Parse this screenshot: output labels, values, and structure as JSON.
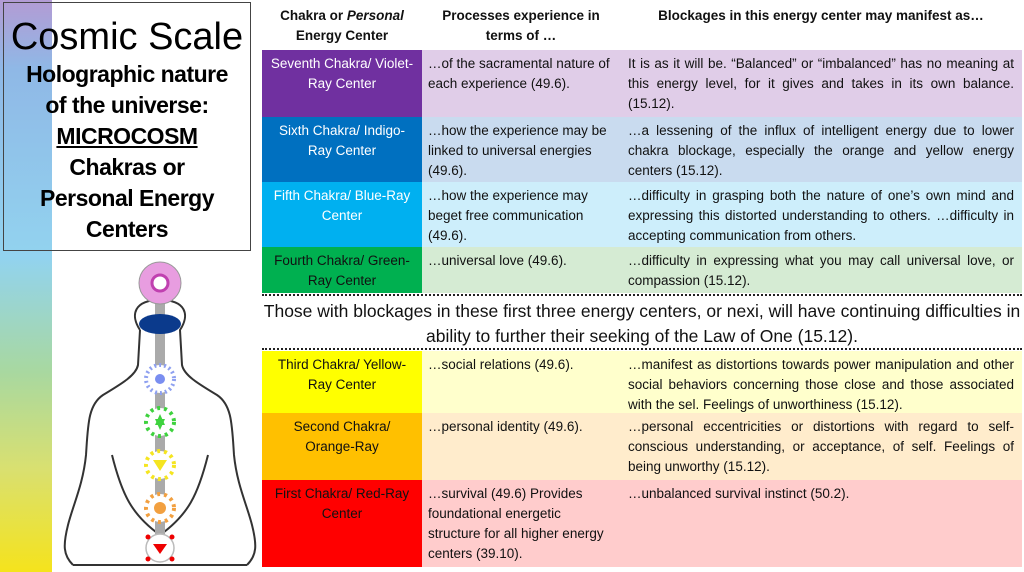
{
  "title": {
    "main": "Cosmic Scale",
    "line1": "Holographic nature",
    "line2": "of the universe:",
    "line3": "MICROCOSM",
    "line4": "Chakras or",
    "line5": "Personal Energy",
    "line6": "Centers"
  },
  "headers": {
    "col1a": "Chakra or ",
    "col1b": "Personal",
    "col1c": "Energy Center",
    "col2": "Processes experience in terms of …",
    "col3": "Blockages in this energy center may manifest as…"
  },
  "rows": [
    {
      "chakra": "Seventh Chakra/ Violet-Ray Center",
      "process": "…of the sacramental nature of each experience (49.6).",
      "blockage": "It is as it will be. “Balanced” or “imbalanced” has no meaning at this energy level, for it gives and takes in its own balance. (15.12).",
      "dark": "#7030a0",
      "light": "#e0cde8",
      "text": "#ffffff"
    },
    {
      "chakra": "Sixth Chakra/ Indigo-Ray Center",
      "process": "…how the experience may be linked to universal energies (49.6).",
      "blockage": "…a lessening of the influx of intelligent energy due to lower chakra blockage, especially the orange and yellow energy centers (15.12).",
      "dark": "#0070c0",
      "light": "#c9dbef",
      "text": "#ffffff"
    },
    {
      "chakra": "Fifth Chakra/ Blue-Ray Center",
      "process": "…how the experience may beget free communication (49.6).",
      "blockage": "…difficulty in grasping both the nature of one’s own mind and expressing this distorted understanding to others. …difficulty in accepting communication from others.",
      "dark": "#00b0f0",
      "light": "#cdeefb",
      "text": "#ffffff"
    },
    {
      "chakra": "Fourth Chakra/ Green-Ray Center",
      "process": "…universal love (49.6).",
      "blockage": "…difficulty in expressing what you may call universal love, or compassion (15.12).",
      "dark": "#00b050",
      "light": "#d5ebd3",
      "text": "#111111"
    },
    {
      "chakra": "Third Chakra/ Yellow-Ray Center",
      "process": "…social relations (49.6).",
      "blockage": "…manifest as distortions towards power manipulation and other social behaviors concerning those close and those associated with the sel. Feelings of unworthiness (15.12).",
      "dark": "#ffff00",
      "light": "#ffffcc",
      "text": "#111111"
    },
    {
      "chakra": "Second Chakra/ Orange-Ray",
      "process": "…personal identity (49.6).",
      "blockage": "…personal eccentricities or distortions with regard to self-conscious understanding, or acceptance, of self. Feelings of being unworthy (15.12).",
      "dark": "#ffc000",
      "light": "#ffeccc",
      "text": "#111111"
    },
    {
      "chakra": "First Chakra/ Red-Ray Center",
      "process": "…survival (49.6) Provides foundational energetic structure for all higher energy centers (39.10).",
      "blockage": "…unbalanced survival instinct (50.2).",
      "dark": "#ff0000",
      "light": "#ffcccc",
      "text": "#111111"
    }
  ],
  "banner": "Those with blockages in these first three energy centers, or nexi, will have continuing difficulties in ability to further their seeking of the Law of One (15.12)."
}
